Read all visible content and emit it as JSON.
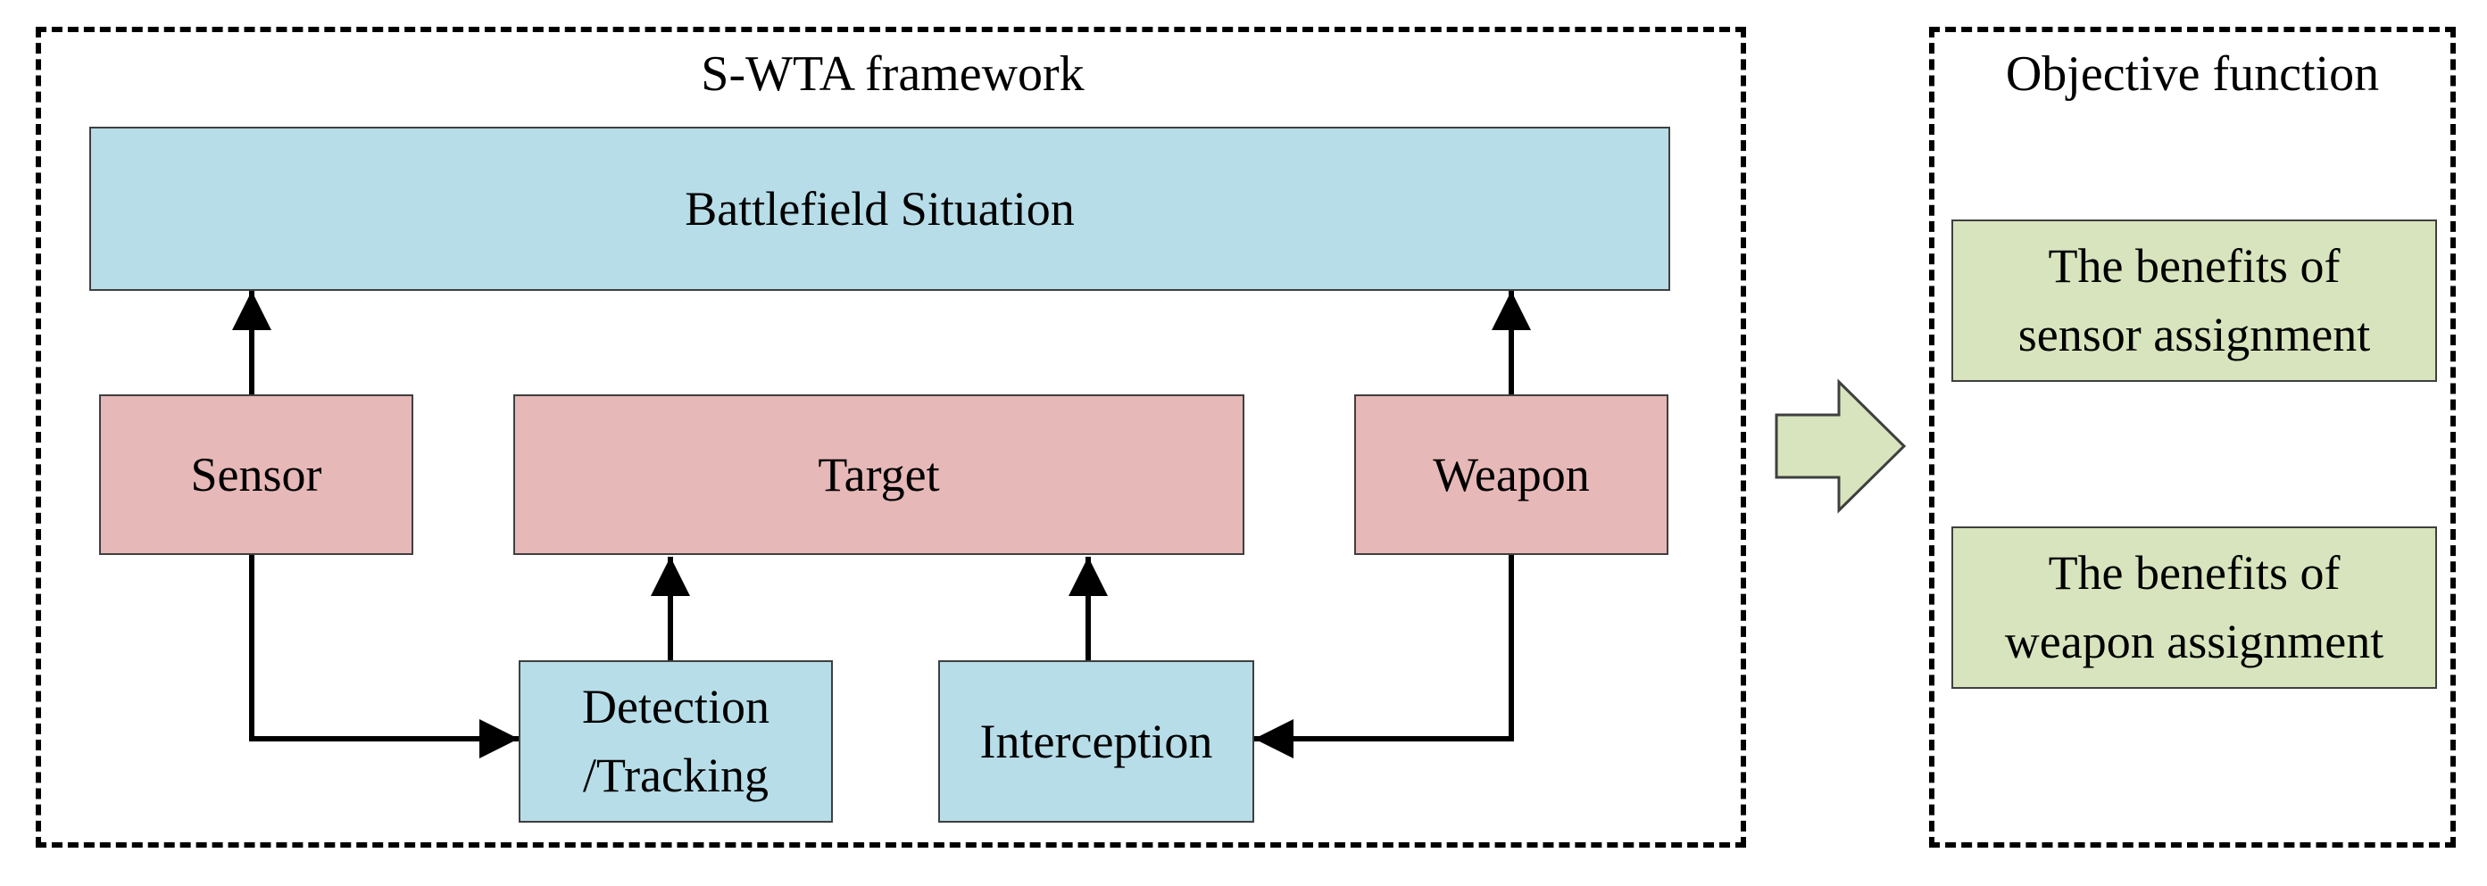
{
  "frames": {
    "framework_title": "S-WTA framework",
    "objective_title": "Objective function"
  },
  "boxes": {
    "battlefield": "Battlefield Situation",
    "sensor": "Sensor",
    "target": "Target",
    "weapon": "Weapon",
    "detection_line1": "Detection",
    "detection_line2": "/Tracking",
    "interception": "Interception",
    "sensor_benefit_line1": "The benefits of",
    "sensor_benefit_line2": "sensor assignment",
    "weapon_benefit_line1": "The benefits of",
    "weapon_benefit_line2": "weapon assignment"
  },
  "colors": {
    "situation_fill": "#b7dde8",
    "entity_fill": "#e6b8b7",
    "benefit_fill": "#d7e4bd",
    "stroke": "#000000"
  }
}
